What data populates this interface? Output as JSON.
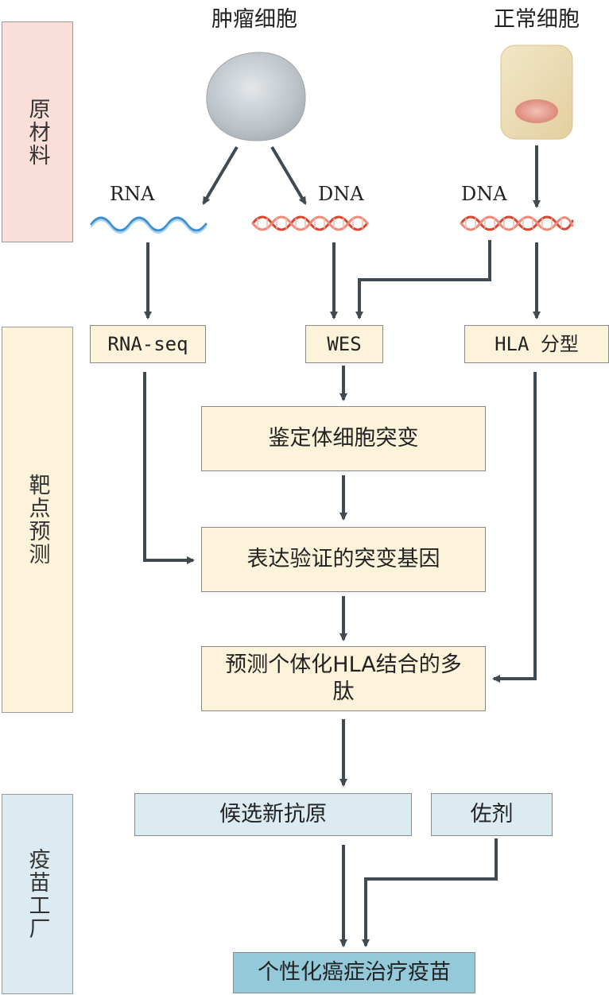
{
  "sidebar": {
    "raw_materials": "原材料",
    "target_prediction": "靶点预测",
    "vaccine_factory": "疫苗工厂"
  },
  "sources": {
    "tumor_cell": "肿瘤细胞",
    "normal_cell": "正常细胞"
  },
  "molecules": {
    "rna": "RNA",
    "dna_tumor": "DNA",
    "dna_normal": "DNA"
  },
  "steps": {
    "rna_seq": "RNA-seq",
    "wes": "WES",
    "hla_typing": "HLA 分型",
    "identify_mutations": "鉴定体细胞突变",
    "expressed_mutated_genes": "表达验证的突变基因",
    "predict_peptides": "预测个体化HLA结合的多肽",
    "candidate_antigens": "候选新抗原",
    "adjuvant": "佐剂",
    "personalized_vaccine": "个性化癌症治疗疫苗"
  },
  "colors": {
    "raw_materials_panel": "#fadfd9",
    "target_panel": "#fcf3da",
    "factory_panel": "#dcebf2",
    "final_box": "#93c9d9",
    "rna_strand": "#3b8fd0",
    "dna_strand": "#d9442e",
    "arrow": "#3f4a52"
  },
  "icons": {
    "tumor_cell": "grey-round-cell",
    "normal_cell": "beige-cell-with-nucleus",
    "rna": "single-wave-strand",
    "dna": "double-helix-strand"
  }
}
